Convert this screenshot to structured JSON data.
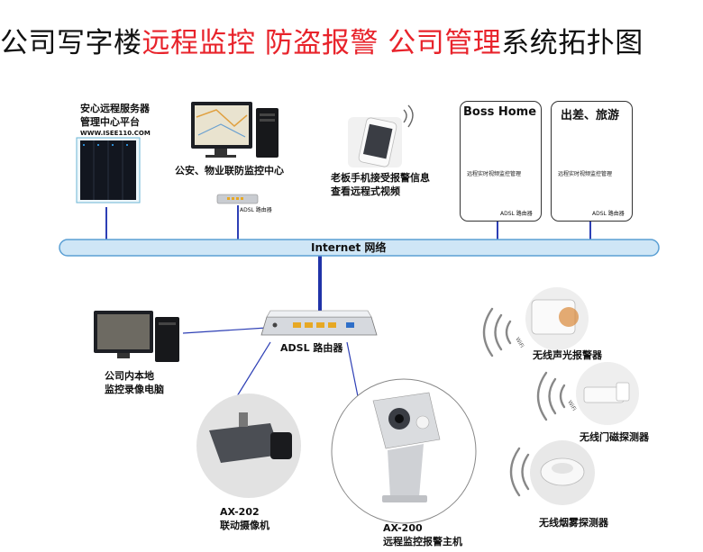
{
  "title": {
    "part1": "公司写字楼",
    "part2": "远程监控 防盗报警 公司管理",
    "part3": "系统拓扑图"
  },
  "colors": {
    "accent": "#e8232b",
    "bus_fill": "#cfe6f6",
    "bus_stroke": "#5a9fd4",
    "wire": "#2d3fb5"
  },
  "server": {
    "label_line1": "安心远程服务器",
    "label_line2": "管理中心平台",
    "url": "WWW.ISEE110.COM"
  },
  "police": {
    "label": "公安、物业联防监控中心",
    "router_label": "ADSL 路由器"
  },
  "phone": {
    "label_line1": "老板手机接受报警信息",
    "label_line2": "查看远程式视频"
  },
  "boss_home": {
    "title": "Boss Home",
    "caption": "远程实时视频监控管理",
    "router_label": "ADSL 路由器"
  },
  "travel": {
    "title": "出差、旅游",
    "caption": "远程实时视频监控管理",
    "router_label": "ADSL 路由器"
  },
  "bus": {
    "label": "Internet 网络"
  },
  "router": {
    "label": "ADSL 路由器"
  },
  "local_pc": {
    "label_line1": "公司内本地",
    "label_line2": "监控录像电脑"
  },
  "camera_ax202": {
    "model": "AX-202",
    "desc": "联动摄像机"
  },
  "camera_ax200": {
    "model": "AX-200",
    "desc": "远程监控报警主机"
  },
  "sensors": {
    "siren": "无线声光报警器",
    "door": "无线门磁探测器",
    "smoke": "无线烟雾探测器",
    "wave_text": "WiFi"
  }
}
